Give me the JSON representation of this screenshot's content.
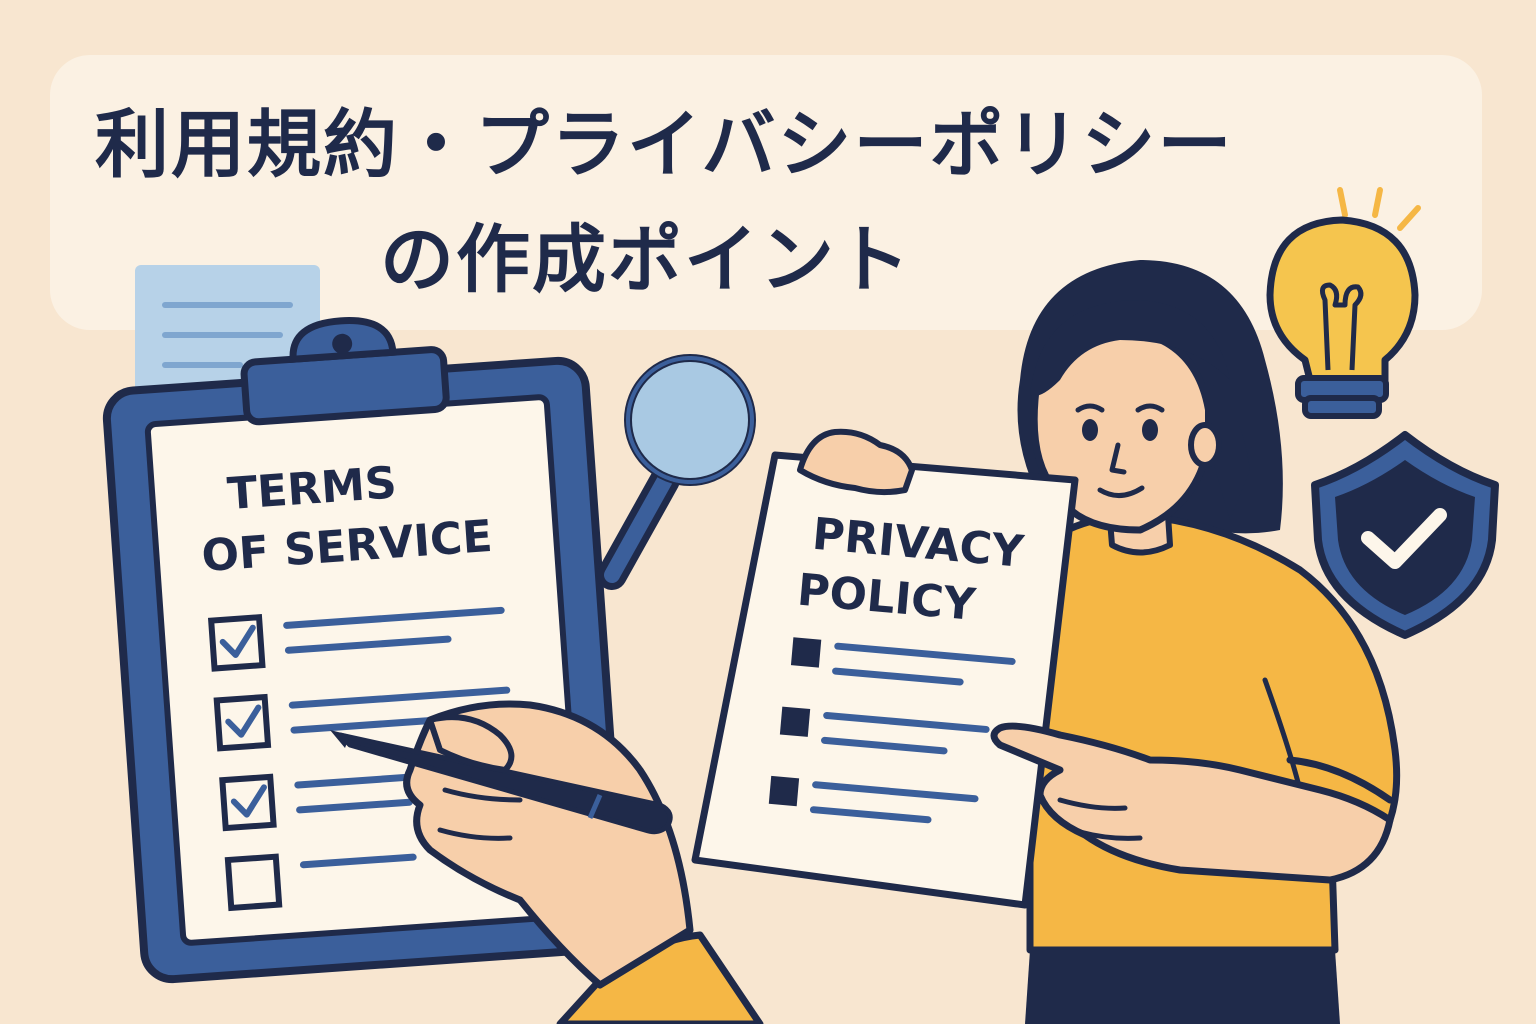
{
  "title": {
    "line1": "利用規約・プライバシーポリシー",
    "line2": "の作成ポイント"
  },
  "tos_document": {
    "heading_line1": "TERMS",
    "heading_line2": "OF SERVICE",
    "checklist": [
      true,
      true,
      true,
      false
    ]
  },
  "privacy_document": {
    "heading_line1": "PRIVACY",
    "heading_line2": "POLICY"
  },
  "icons": [
    "clipboard-icon",
    "magnifying-glass-icon",
    "lightbulb-icon",
    "shield-check-icon",
    "pen-icon"
  ],
  "colors": {
    "background": "#f8e6d0",
    "navy": "#1f2a4a",
    "blue": "#3b5f9b",
    "light_blue": "#a9c9e3",
    "mustard": "#f5b745",
    "skin": "#f7cfaa",
    "paper": "#fdf6ea"
  }
}
